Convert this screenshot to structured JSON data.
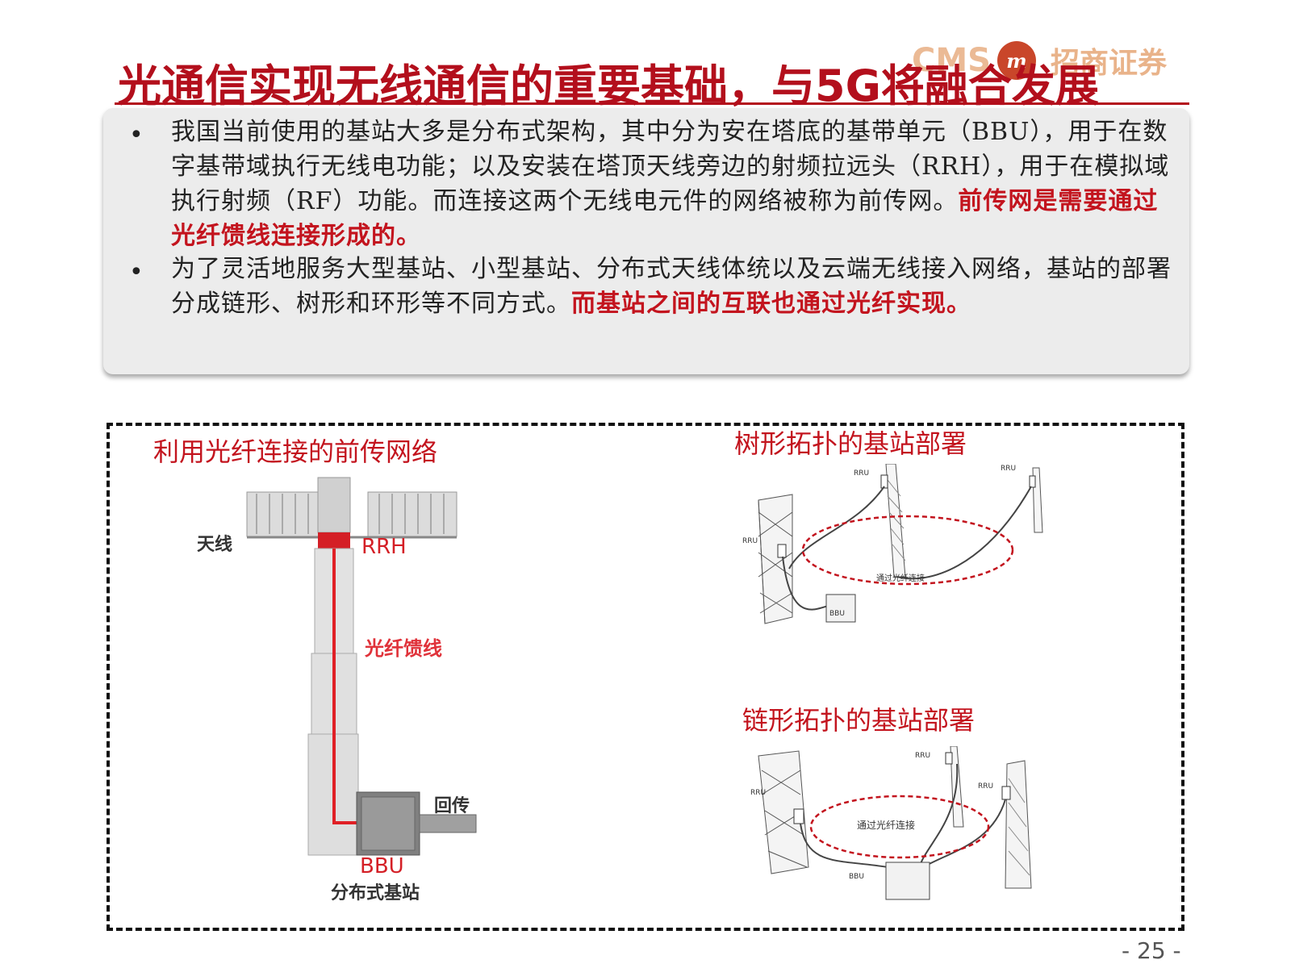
{
  "header": {
    "title": "光通信实现无线通信的重要基础，与5G将融合发展",
    "logo_en": "CMS",
    "logo_cn": "招商证券"
  },
  "text_box": {
    "para1_normal": "我国当前使用的基站大多是分布式架构，其中分为安在塔底的基带单元（BBU），用于在数字基带域执行无线电功能；以及安装在塔顶天线旁边的射频拉远头（RRH），用于在模拟域执行射频（RF）功能。而连接这两个无线电元件的网络被称为前传网。",
    "para1_red": "前传网是需要通过光纤馈线连接形成的。",
    "para2_normal": "为了灵活地服务大型基站、小型基站、分布式天线体统以及云端无线接入网络，基站的部署分成链形、树形和环形等不同方式。",
    "para2_red": "而基站之间的互联也通过光纤实现。"
  },
  "figure_left": {
    "title": "利用光纤连接的前传网络",
    "label_antenna": "天线",
    "label_rrh": "RRH",
    "label_fiber": "光纤馈线",
    "label_backhaul": "回传",
    "label_bbu": "BBU",
    "label_caption": "分布式基站"
  },
  "figure_tree": {
    "title": "树形拓扑的基站部署",
    "rru1": "RRU",
    "rru2": "RRU",
    "rru3": "RRU",
    "fiber_label": "通过光纤连接",
    "bbu": "BBU"
  },
  "figure_chain": {
    "title": "链形拓扑的基站部署",
    "rru1": "RRU",
    "rru2": "RRU",
    "rru3": "RRU",
    "fiber_label": "通过光纤连接",
    "bbu": "BBU"
  },
  "footer": {
    "page_number": "- 25 -"
  },
  "colors": {
    "accent": "#b30f1c",
    "highlight": "#c3141e"
  }
}
